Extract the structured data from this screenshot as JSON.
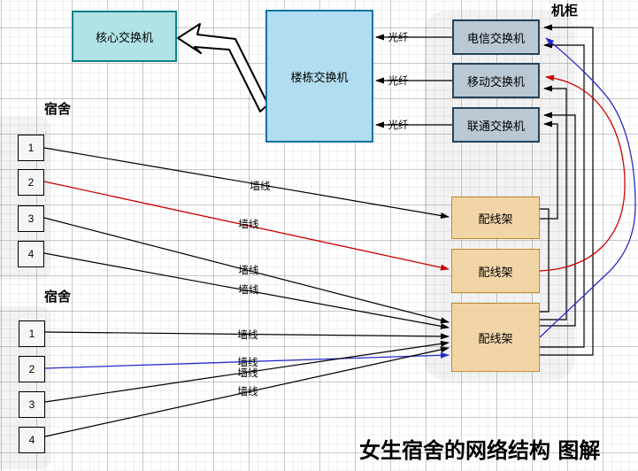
{
  "title": "女生宿舍的网络结构 图解",
  "labels": {
    "cabinet": "机柜",
    "dorm_upper": "宿舍",
    "dorm_lower": "宿舍",
    "wall_line": "墙线",
    "fiber": "光纤"
  },
  "nodes": {
    "core_switch": "核心交换机",
    "building_switch": "楼栋交换机",
    "telecom_switch": "电信交换机",
    "mobile_switch": "移动交换机",
    "unicom_switch": "联通交换机",
    "patch_panel_1": "配线架",
    "patch_panel_2": "配线架",
    "patch_panel_3": "配线架",
    "dorm_upper_rooms": [
      "1",
      "2",
      "3",
      "4"
    ],
    "dorm_lower_rooms": [
      "1",
      "2",
      "3",
      "4"
    ]
  },
  "colors": {
    "core_fill": "#b0e3e6",
    "core_stroke": "#0e8088",
    "building_fill": "#b1ddf0",
    "building_stroke": "#10739e",
    "operator_fill": "#bac8d3",
    "operator_stroke": "#23445d",
    "panel_fill": "#f2d5a7",
    "panel_stroke": "#bd8a2a",
    "room_fill": "#f5f5f5",
    "room_stroke": "#000000",
    "edge_black": "#000000",
    "edge_red": "#cc0000",
    "edge_blue": "#2929cc"
  }
}
